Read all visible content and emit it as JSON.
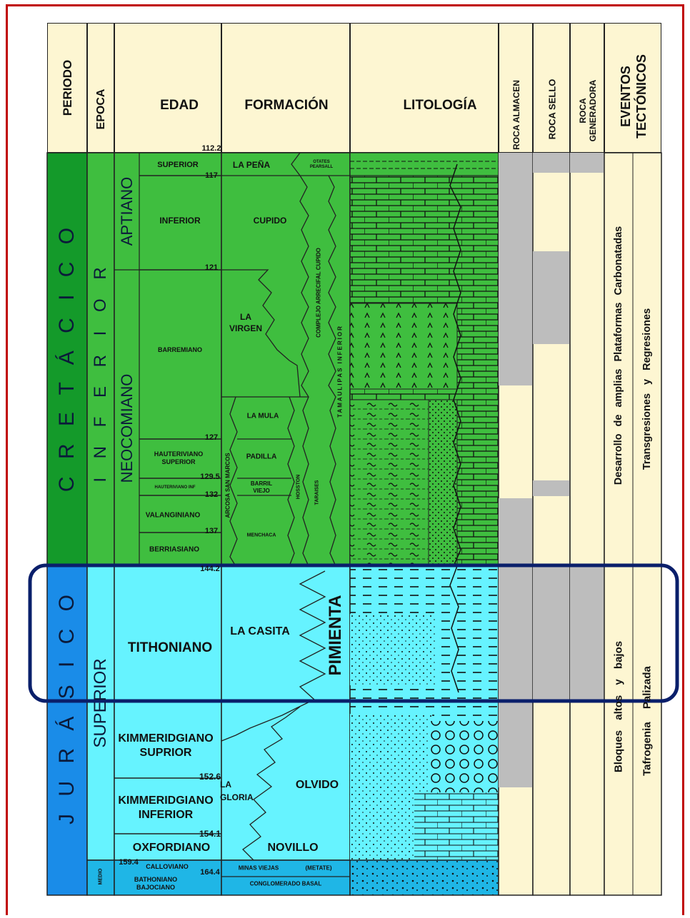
{
  "headers": {
    "periodo": "PERIODO",
    "epoca": "EPOCA",
    "edad": "EDAD",
    "formacion": "FORMACIÓN",
    "litologia": "LITOLOGÍA",
    "roca_almacen": "ROCA ALMACEN",
    "roca_sello": "ROCA SELLO",
    "roca_generadora": "ROCA GENERADORA",
    "eventos_tectonicos": "EVENTOS TECTÓNICOS"
  },
  "periods": {
    "cretacico": "C R E T Á C I C O",
    "jurasico": "J U R Á S I C O"
  },
  "epochs": {
    "inferior": "I N F E R I O R",
    "superior": "SUPERIOR",
    "medio": "MEDIO"
  },
  "stages_group": {
    "aptiano": "APTIANO",
    "neocomiano": "NEOCOMIANO"
  },
  "ages": {
    "superior": "SUPERIOR",
    "inferior": "INFERIOR",
    "barremiano": "BARREMIANO",
    "hauteriviano_sup": "HAUTERIVIANO SUPERIOR",
    "hauteriviano_inf": "HAUTERIVIANO INF",
    "valanginiano": "VALANGINIANO",
    "berriasiano": "BERRIASIANO",
    "tithoniano": "TITHONIANO",
    "kimm_sup": "KIMMERIDGIANO SUPRIOR",
    "kimm_inf": "KIMMERIDGIANO INFERIOR",
    "oxfordiano": "OXFORDIANO",
    "calloviano": "CALLOVIANO",
    "bathoniano": "BATHONIANO BAJOCIANO"
  },
  "ticks": [
    "112.2",
    "117",
    "121",
    "127",
    "129.5",
    "132",
    "137",
    "144.2",
    "152.6",
    "154.1",
    "159.4",
    "164.4"
  ],
  "formations": {
    "la_pena": "LA PEÑA",
    "otates": "OTATES PEARSALL",
    "cupido": "CUPIDO",
    "la_virgen": "LA VIRGEN",
    "complejo": "COMPLEJO ARRECIFAL CUPIDO",
    "tamaulipas": "TAMAULIPAS INFERIOR",
    "la_mula": "LA MULA",
    "padilla": "PADILLA",
    "barril_viejo": "BARRIL VIEJO",
    "menchaca": "MENCHACA",
    "arcosa": "ARCOSA SAN MARCOS",
    "hosston": "HOSSTON",
    "taraises": "TARAISES",
    "la_casita": "LA CASITA",
    "pimienta": "PIMIENTA",
    "la_gloria": "LA GLORIA",
    "olvido": "OLVIDO",
    "novillo": "NOVILLO",
    "minas_viejas": "MINAS VIEJAS",
    "metate": "(METATE)",
    "conglomerado": "CONGLOMERADO BASAL"
  },
  "eventos": {
    "col1_top": "Desarrollo de amplias Plataformas Carbonatadas",
    "col2_top": "Transgresiones y Regresiones",
    "col1_bottom": "Bloques altos y bajos",
    "col2_bottom": "Tafrogenia Palizada"
  },
  "colors": {
    "cretaceous": "#3fbe3f",
    "jurassic": "#66f3ff",
    "period_cret": "#149a2a",
    "period_jur": "#1a8ce8",
    "highlight": "#0a1f6b"
  }
}
